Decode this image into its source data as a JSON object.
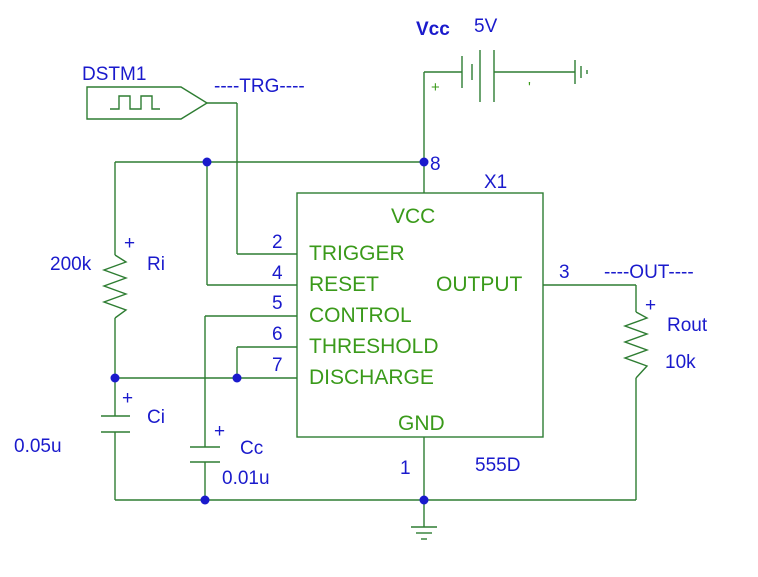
{
  "supply": {
    "label": "Vcc",
    "value": "5V",
    "plus": "+",
    "minus": "'"
  },
  "stimulus": {
    "name": "DSTM1",
    "net": "----TRG----"
  },
  "ic": {
    "ref": "X1",
    "part": "555D",
    "vcc": "VCC",
    "gnd": "GND",
    "pins": {
      "trigger": {
        "num": "2",
        "label": "TRIGGER"
      },
      "reset": {
        "num": "4",
        "label": "RESET"
      },
      "control": {
        "num": "5",
        "label": "CONTROL"
      },
      "threshold": {
        "num": "6",
        "label": "THRESHOLD"
      },
      "discharge": {
        "num": "7",
        "label": "DISCHARGE"
      },
      "output": {
        "num": "3",
        "label": "OUTPUT"
      },
      "vcc": {
        "num": "8"
      },
      "gnd": {
        "num": "1"
      }
    }
  },
  "out_net": "----OUT----",
  "ri": {
    "name": "Ri",
    "value": "200k",
    "plus": "+"
  },
  "ci": {
    "name": "Ci",
    "value": "0.05u",
    "plus": "+"
  },
  "cc": {
    "name": "Cc",
    "value": "0.01u",
    "plus": "+"
  },
  "rout": {
    "name": "Rout",
    "value": "10k",
    "plus": "+"
  },
  "colors": {
    "wire": "#2e7d32",
    "label": "#1a1acc",
    "pin_label": "#3a9a1a",
    "junction": "#1a1acc"
  }
}
